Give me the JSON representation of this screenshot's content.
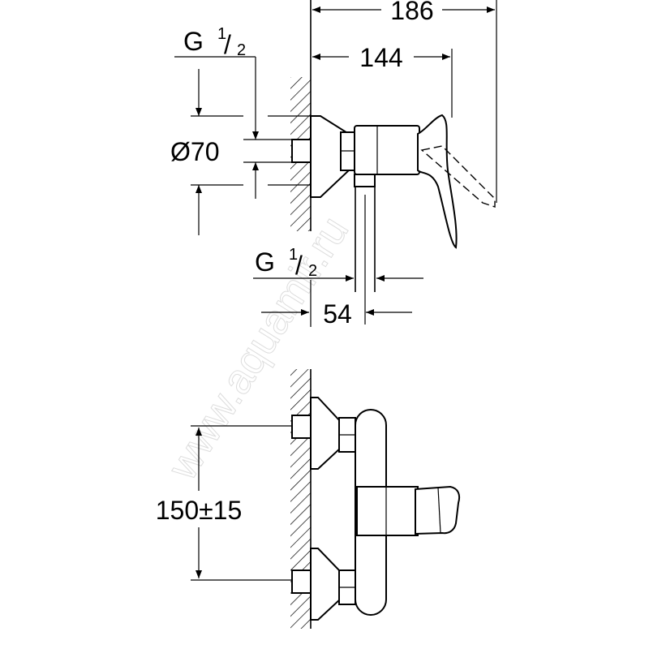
{
  "title": "Shower mixer dimension drawing",
  "dimensions": {
    "overall_depth": "186",
    "lever_depth": "144",
    "thread_top": {
      "main": "G ",
      "fraction_num": "1",
      "fraction_den": "2"
    },
    "escutcheon_diameter": "Ø70",
    "thread_bottom": {
      "main": "G ",
      "fraction_num": "1",
      "fraction_den": "2"
    },
    "outlet_offset": "54",
    "inlet_spacing": "150±15"
  },
  "watermark": "www.aquamir.ru"
}
